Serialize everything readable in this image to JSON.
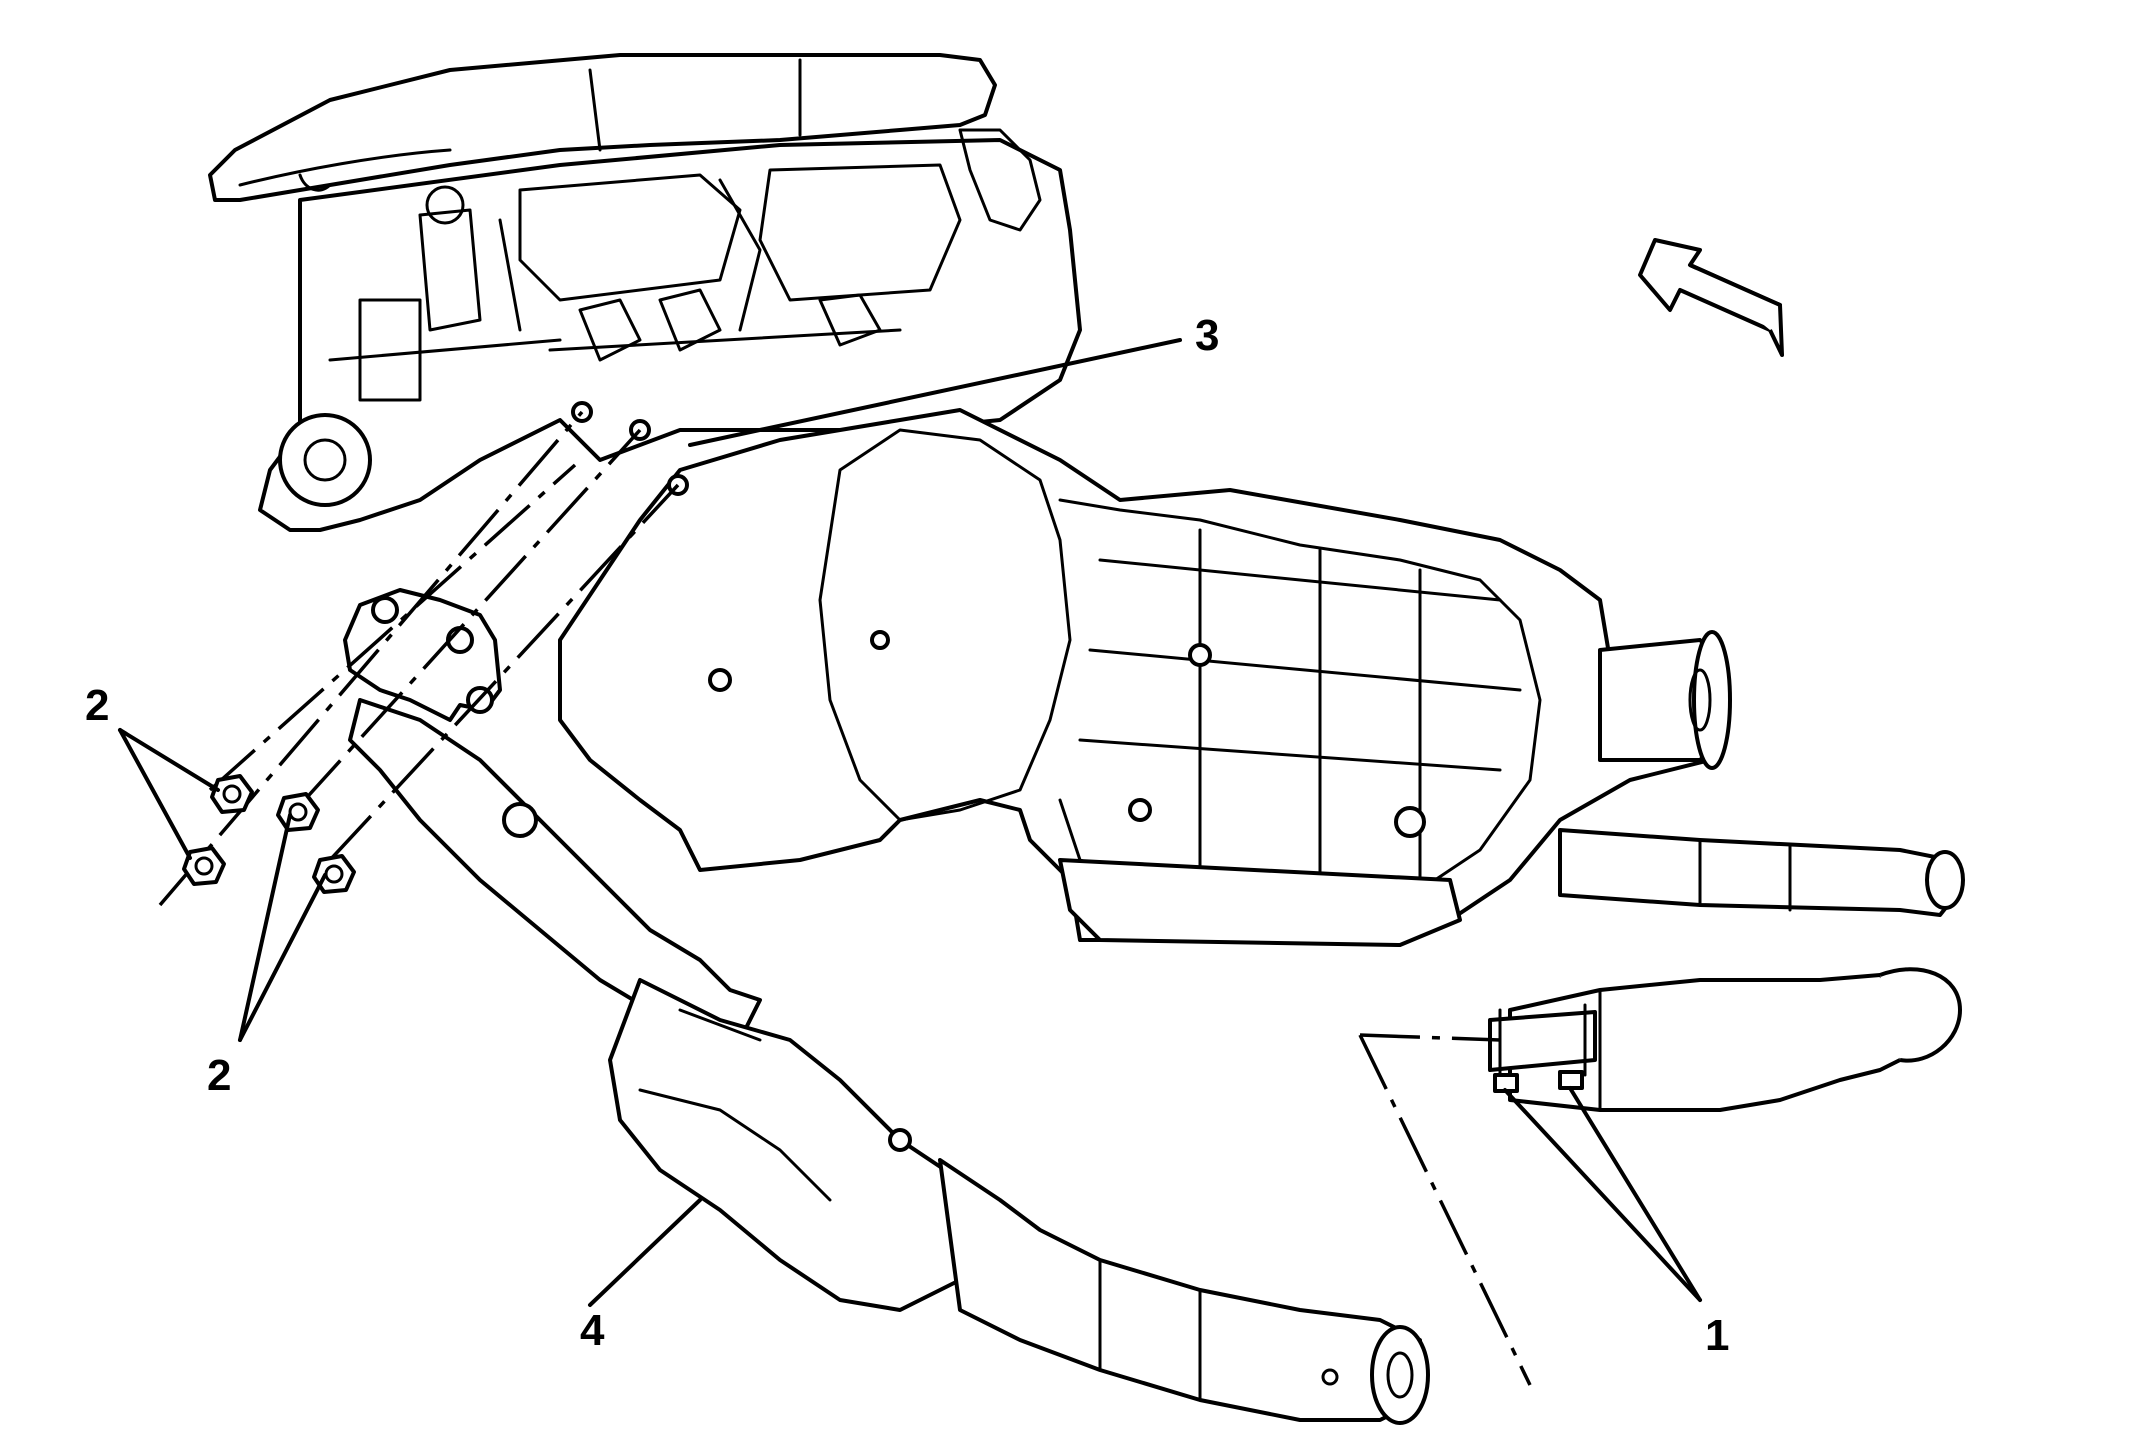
{
  "callouts": {
    "c1": "1",
    "c2a": "2",
    "c2b": "2",
    "c3": "3",
    "c4": "4"
  },
  "colors": {
    "ink": "#000000",
    "paper": "#ffffff"
  }
}
